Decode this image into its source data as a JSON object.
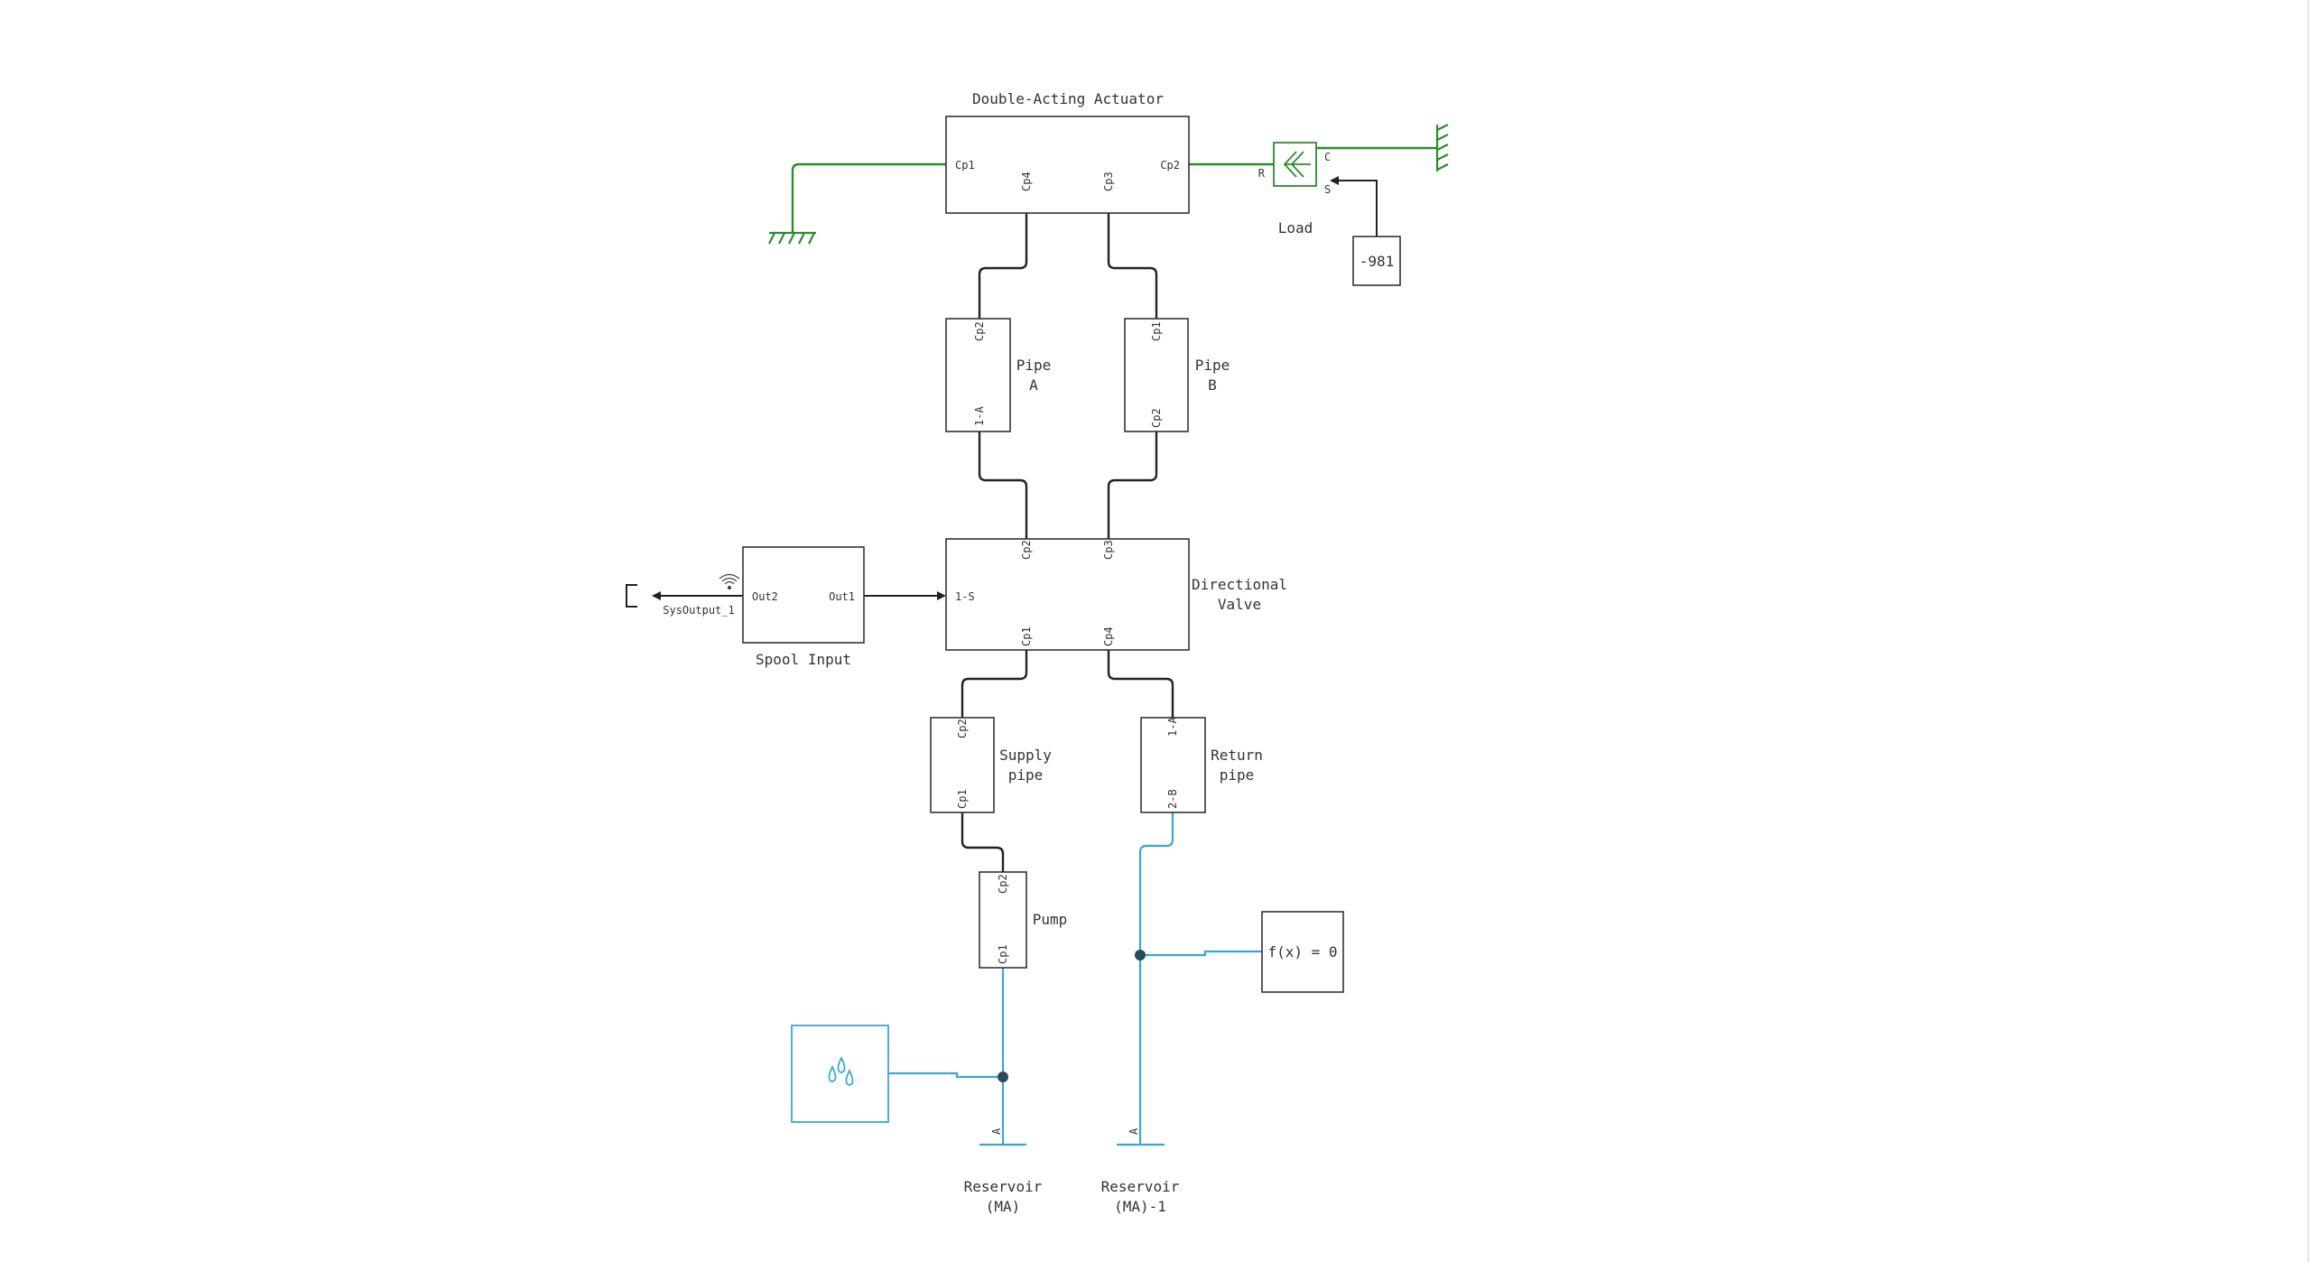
{
  "diagram": {
    "colors": {
      "mechanical": "#2e8b2e",
      "hydraulic": "#222222",
      "fluid": "#3aa6d6",
      "block_border": "#333333"
    },
    "blocks": {
      "actuator": {
        "label": "Double-Acting Actuator",
        "ports": {
          "left": "Cp1",
          "right": "Cp2",
          "bottom_left": "Cp4",
          "bottom_right": "Cp3"
        }
      },
      "pipe_a": {
        "label_line1": "Pipe",
        "label_line2": "A",
        "ports": {
          "top": "Cp2",
          "bottom": "1-A"
        }
      },
      "pipe_b": {
        "label_line1": "Pipe",
        "label_line2": "B",
        "ports": {
          "top": "Cp1",
          "bottom": "Cp2"
        }
      },
      "valve": {
        "label_line1": "Directional",
        "label_line2": "Valve",
        "ports": {
          "top_left": "Cp2",
          "top_right": "Cp3",
          "left": "1-S",
          "bottom_left": "Cp1",
          "bottom_right": "Cp4"
        }
      },
      "spool_input": {
        "label": "Spool Input",
        "ports": {
          "left": "Out2",
          "right": "Out1"
        }
      },
      "sys_output": {
        "label": "SysOutput_1"
      },
      "supply_pipe": {
        "label_line1": "Supply",
        "label_line2": "pipe",
        "ports": {
          "top": "Cp2",
          "bottom": "Cp1"
        }
      },
      "return_pipe": {
        "label_line1": "Return",
        "label_line2": "pipe",
        "ports": {
          "top": "1-A",
          "bottom": "2-B"
        }
      },
      "pump": {
        "label": "Pump",
        "ports": {
          "top": "Cp2",
          "bottom": "Cp1"
        }
      },
      "load": {
        "label": "Load",
        "ports": {
          "r": "R",
          "c": "C",
          "s": "S"
        }
      },
      "constant": {
        "value": "-981"
      },
      "solver": {
        "text": "f(x) = 0"
      },
      "reservoir_1": {
        "label_line1": "Reservoir",
        "label_line2": "(MA)",
        "port": "A"
      },
      "reservoir_2": {
        "label_line1": "Reservoir",
        "label_line2": "(MA)-1",
        "port": "A"
      },
      "fluid_properties": {
        "icon": "fluid-drops-icon"
      }
    }
  }
}
